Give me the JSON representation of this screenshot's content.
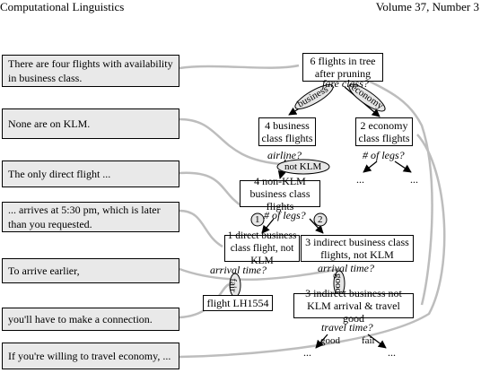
{
  "header": {
    "journal": "Computational Linguistics",
    "volume": "Volume 37, Number 3"
  },
  "utterances": [
    "There are four flights with availability in business class.",
    "None are on KLM.",
    "The only direct flight ...",
    "... arrives at 5:30 pm, which is later than you requested.",
    "To arrive earlier,",
    "you'll have to make a connection.",
    "If you're willing to travel economy, ..."
  ],
  "tree": {
    "root": "6 flights in tree after pruning",
    "q_fare": "fare class?",
    "edge_business": "business",
    "edge_economy": "economy",
    "n_business": "4 business class flights",
    "n_economy": "2 economy class flights",
    "q_airline": "airline?",
    "edge_notklm": "not KLM",
    "q_legs_economy": "# of legs?",
    "edge_1": "1",
    "edge_2": "2",
    "ellipsis": "...",
    "n_nonklm": "4 non-KLM business class flights",
    "q_legs": "# of legs?",
    "n_direct": "1 direct business class flight, not KLM",
    "n_indirect": "3 indirect business class flights, not KLM",
    "q_arrival1": "arrival time?",
    "q_arrival2": "arrival time?",
    "edge_fair": "fair",
    "edge_good": "good",
    "n_lh": "flight LH1554",
    "n_good": "3 indirect business not KLM arrival & travel good",
    "q_travel": "travel time?",
    "edge_good2": "good",
    "edge_fair2": "fair"
  }
}
